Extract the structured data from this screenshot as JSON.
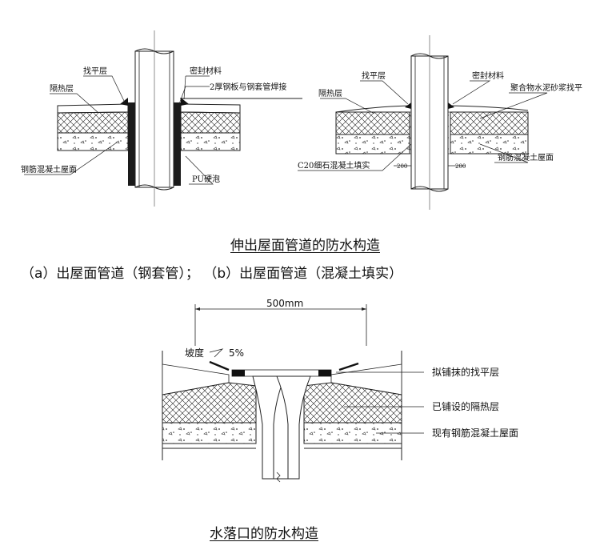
{
  "figure_a": {
    "labels": {
      "leveling": "找平层",
      "insulation": "隔热层",
      "sealant": "密封材料",
      "steel_plate": "2厚钢板与钢套管焊接",
      "rc_roof": "钢筋混凝土屋面",
      "pu_foam": "PU硬泡"
    }
  },
  "figure_b": {
    "labels": {
      "leveling": "找平层",
      "insulation": "隔热层",
      "sealant": "密封材料",
      "polymer_mortar": "聚合物水泥砂浆找平",
      "c20_fill": "C20细石混凝土填实",
      "rc_roof": "钢筋混凝土屋面",
      "dim_left": "200",
      "dim_right": "200"
    }
  },
  "captions": {
    "pipe_title": "伸出屋面管道的防水构造",
    "pipe_subtitle": "（a）出屋面管道（钢套管）；    （b）出屋面管道（混凝土填实）",
    "drain_title": "水落口的防水构造"
  },
  "figure_c": {
    "dimension": "500mm",
    "slope_label": "坡度",
    "slope_value": "5%",
    "labels": {
      "leveling": "拟铺抹的找平层",
      "insulation": "已铺设的隔热层",
      "rc_roof": "现有钢筋混凝土屋面"
    }
  }
}
